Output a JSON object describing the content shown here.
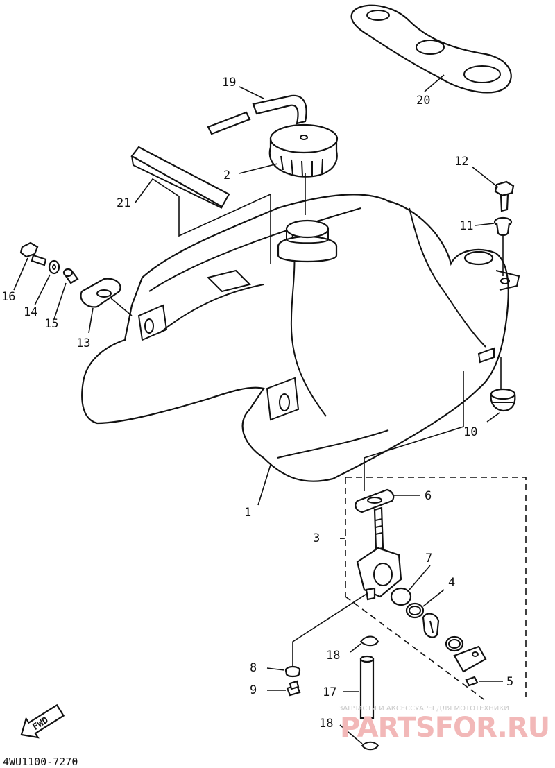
{
  "diagram": {
    "callouts": {
      "c1": "1",
      "c2": "2",
      "c3": "3",
      "c4": "4",
      "c5": "5",
      "c6": "6",
      "c7": "7",
      "c8": "8",
      "c9": "9",
      "c10": "10",
      "c11": "11",
      "c12": "12",
      "c13": "13",
      "c14": "14",
      "c15": "15",
      "c16": "16",
      "c17": "17",
      "c18a": "18",
      "c18b": "18",
      "c19": "19",
      "c20": "20",
      "c21": "21"
    },
    "direction_arrow": "FWD",
    "diagram_code": "4WU1100-7270"
  },
  "watermark": {
    "caption": "ЗАПЧАСТИ И АКСЕССУАРЫ ДЛЯ МОТОТЕХНИКИ",
    "brand": "PARTSFOR.RU"
  },
  "colors": {
    "ink": "#111111",
    "watermark_text": "#c9c9c9",
    "watermark_brand": "#f2b8b8"
  }
}
